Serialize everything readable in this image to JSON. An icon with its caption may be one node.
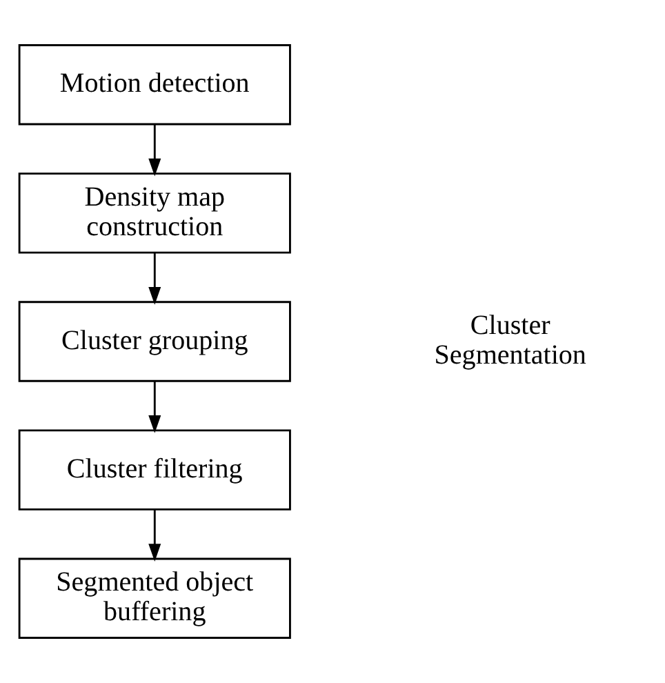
{
  "diagram": {
    "nodes": [
      {
        "text": [
          "Motion detection"
        ]
      },
      {
        "text": [
          "Density map construction"
        ]
      },
      {
        "text": [
          "Cluster grouping"
        ]
      },
      {
        "text": [
          "Cluster filtering"
        ]
      },
      {
        "text": [
          "Segmented object buffering"
        ]
      }
    ],
    "edges": [
      {
        "from": 0,
        "to": 1,
        "arrow": "to"
      },
      {
        "from": 1,
        "to": 2,
        "arrow": "to"
      },
      {
        "from": 2,
        "to": 3,
        "arrow": "to"
      },
      {
        "from": 3,
        "to": 4,
        "arrow": "to"
      }
    ],
    "labels": [
      "Cluster Segmentation"
    ]
  }
}
